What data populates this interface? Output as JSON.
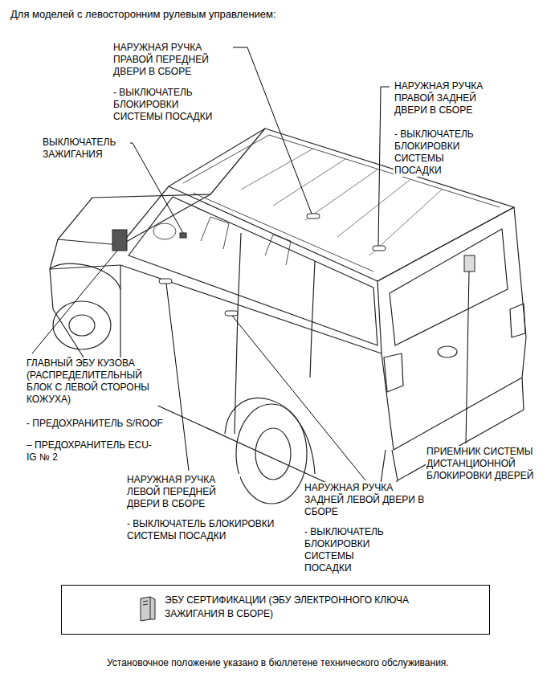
{
  "diagram": {
    "title": "Для моделей с левосторонним рулевым управлением:",
    "caption": "Установочное положение указано в бюллетене технического обслуживания.",
    "nodes": [
      {
        "text": [
          "ЭБУ СЕРТИФИКАЦИИ (ЭБУ ЭЛЕКТРОННОГО КЛЮЧА ЗАЖИГАНИЯ В СБОРЕ)"
        ]
      }
    ],
    "labels": [
      "НАРУЖНАЯ РУЧКА ПРАВОЙ ПЕРЕДНЕЙ ДВЕРИ В СБОРЕ",
      "- ВЫКЛЮЧАТЕЛЬ БЛОКИРОВКИ СИСТЕМЫ ПОСАДКИ",
      "НАРУЖНАЯ РУЧКА ПРАВОЙ ЗАДНЕЙ ДВЕРИ В СБОРЕ",
      "- ВЫКЛЮЧАТЕЛЬ БЛОКИРОВКИ СИСТЕМЫ ПОСАДКИ",
      "ВЫКЛЮЧАТЕЛЬ ЗАЖИГАНИЯ",
      "ГЛАВНЫЙ ЭБУ КУЗОВА (РАСПРЕДЕЛИТЕЛЬНЫЙ БЛОК С ЛЕВОЙ СТОРОНЫ КОЖУХА)",
      "- ПРЕДОХРАНИТЕЛЬ S/ROOF",
      "– ПРЕДОХРАНИТЕЛЬ ECU-IG № 2",
      "НАРУЖНАЯ РУЧКА ЛЕВОЙ ПЕРЕДНЕЙ ДВЕРИ В СБОРЕ",
      "- ВЫКЛЮЧАТЕЛЬ БЛОКИРОВКИ СИСТЕМЫ ПОСАДКИ",
      "НАРУЖНАЯ РУЧКА ЗАДНЕЙ ЛЕВОЙ ДВЕРИ В СБОРЕ",
      "- ВЫКЛЮЧАТЕЛЬ БЛОКИРОВКИ СИСТЕМЫ ПОСАДКИ",
      "ПРИЕМНИК СИСТЕМЫ ДИСТАНЦИОННОЙ БЛОКИРОВКИ ДВЕРЕЙ"
    ]
  }
}
